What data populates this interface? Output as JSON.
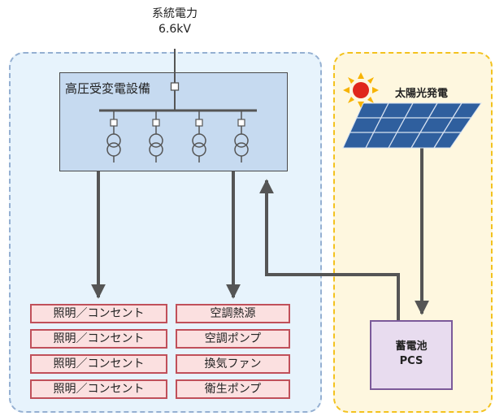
{
  "grid": {
    "line1": "系統電力",
    "line2": "6.6kV"
  },
  "substation": {
    "title": "高圧受変電設備"
  },
  "loads_left": [
    "照明／コンセント",
    "照明／コンセント",
    "照明／コンセント",
    "照明／コンセント"
  ],
  "loads_right": [
    "空調熱源",
    "空調ポンプ",
    "換気ファン",
    "衛生ポンプ"
  ],
  "solar": {
    "label": "太陽光発電"
  },
  "storage": {
    "line1": "蓄電池",
    "line2": "PCS"
  },
  "colors": {
    "line": "#555555",
    "region_blue_fill": "#e7f3fc",
    "region_blue_border": "#95b0d2",
    "region_yellow_fill": "#fef7df",
    "region_yellow_border": "#f3c21e",
    "load_fill": "#fbe0e0",
    "load_border": "#c0505a",
    "pcs_fill": "#e8dcef",
    "pcs_border": "#7b5a9a",
    "panel_blue": "#2f5f9e"
  }
}
